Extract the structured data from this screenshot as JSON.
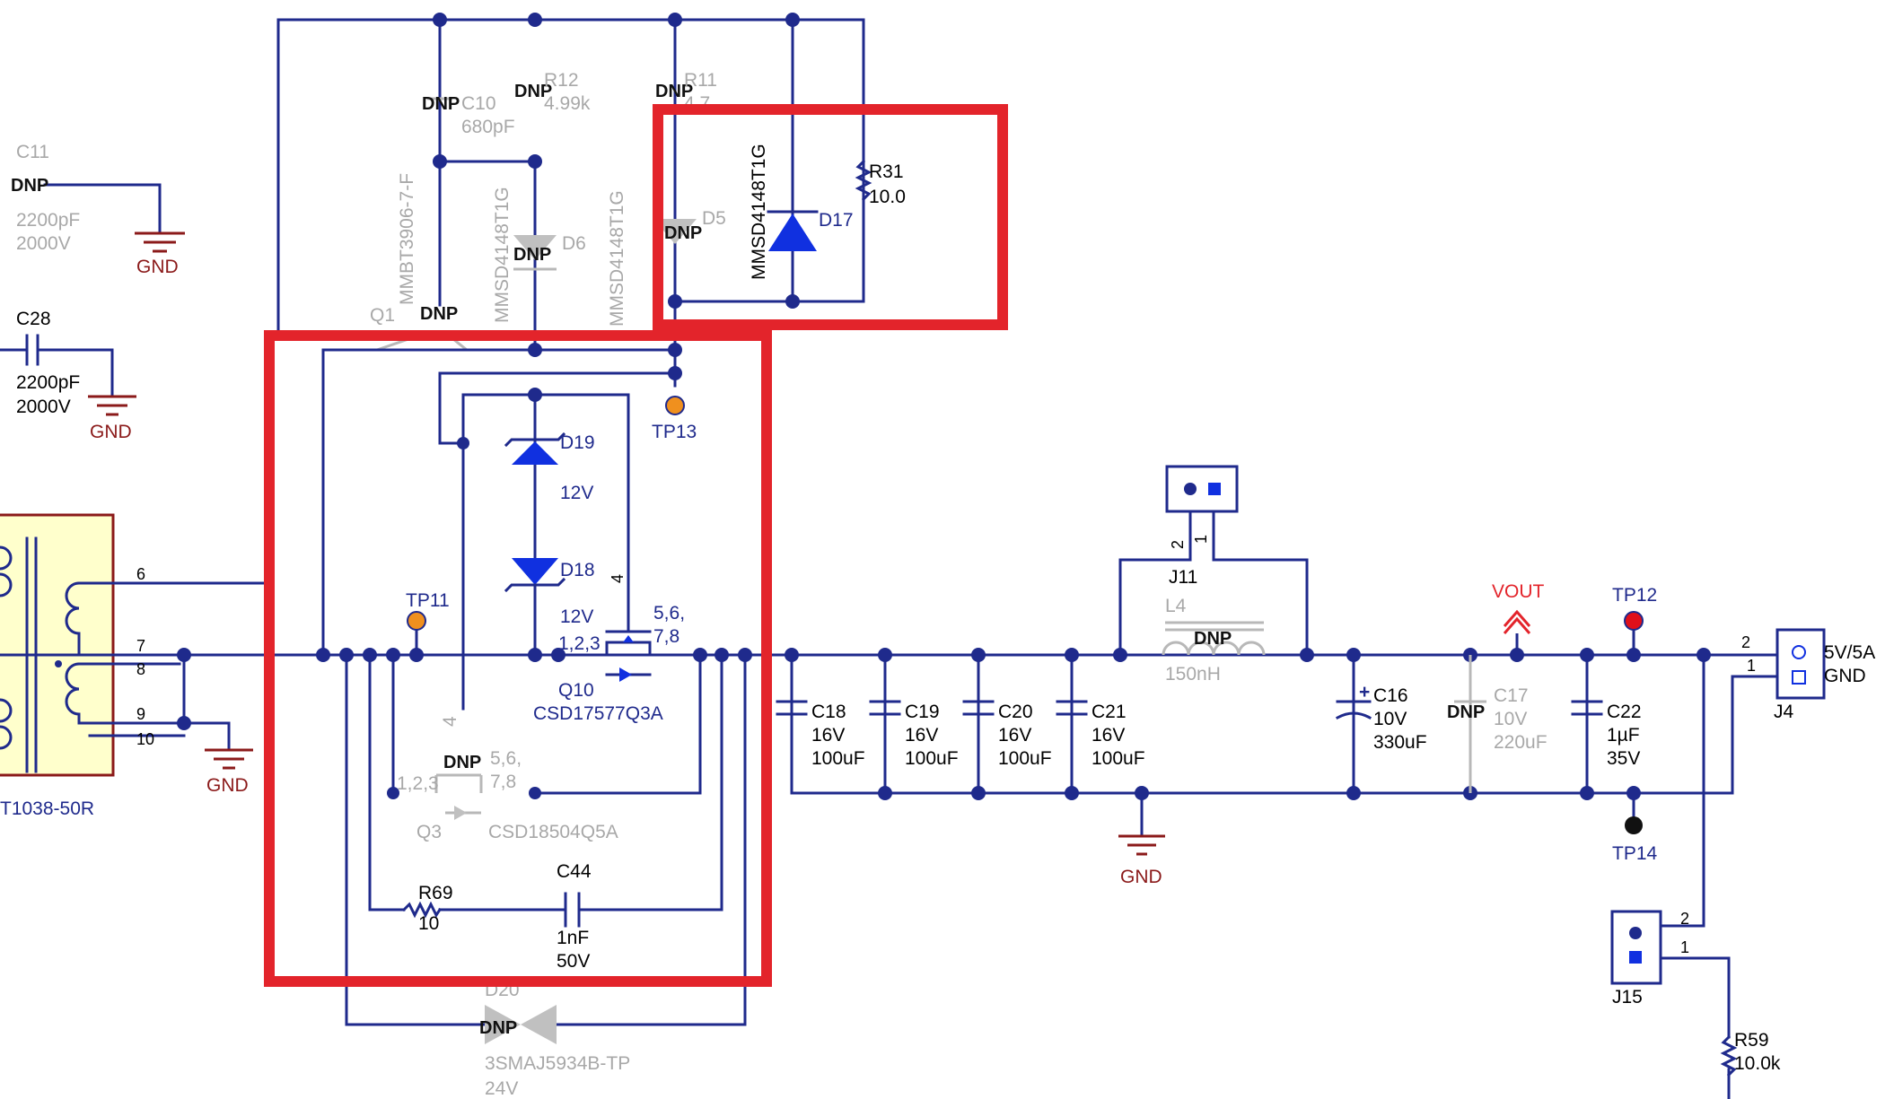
{
  "labels": {
    "c11_ref": "C11",
    "c11_dnp": "DNP",
    "c11_cap": "2200pF",
    "c11_volt": "2000V",
    "c28_ref": "C28",
    "c28_cap": "2200pF",
    "c28_volt": "2000V",
    "gnd": "GND",
    "t1_part": "T1038-50R",
    "pin_6": "6",
    "pin_7": "7",
    "pin_8": "8",
    "pin_9": "9",
    "pin_10": "10",
    "q1_ref": "Q1",
    "q1_part": "MMBT3906-7-F",
    "q1_dnp": "DNP",
    "c10_ref": "C10",
    "c10_val": "680pF",
    "c10_dnp": "DNP",
    "r12_ref": "R12",
    "r12_val": "4.99k",
    "r12_dnp": "DNP",
    "r11_ref": "R11",
    "r11_val": "4.7",
    "r11_dnp": "DNP",
    "d6_ref": "D6",
    "d6_part": "MMSD4148T1G",
    "d6_dnp": "DNP",
    "d5_ref": "D5",
    "d5_part": "MMSD4148T1G",
    "d5_dnp": "DNP",
    "d17_ref": "D17",
    "d17_part": "MMSD4148T1G",
    "r31_ref": "R31",
    "r31_val": "10.0",
    "tp13": "TP13",
    "tp11": "TP11",
    "d19_ref": "D19",
    "d19_val": "12V",
    "d18_ref": "D18",
    "d18_val": "12V",
    "q10_ref": "Q10",
    "q10_part": "CSD17577Q3A",
    "q10_pin_g": "4",
    "q10_pin_s": "1,2,3",
    "q10_pin_d1": "5,6,",
    "q10_pin_d2": "7,8",
    "q3_ref": "Q3",
    "q3_part": "CSD18504Q5A",
    "q3_dnp": "DNP",
    "q3_pin_g": "4",
    "q3_pin_s": "1,2,3",
    "q3_pin_d1": "5,6,",
    "q3_pin_d2": "7,8",
    "r69_ref": "R69",
    "r69_val": "10",
    "c44_ref": "C44",
    "c44_cap": "1nF",
    "c44_volt": "50V",
    "d20_ref": "D20",
    "d20_part": "3SMAJ5934B-TP",
    "d20_volt": "24V",
    "d20_dnp": "DNP",
    "c18_ref": "C18",
    "c18_volt": "16V",
    "c18_cap": "100uF",
    "c19_ref": "C19",
    "c19_volt": "16V",
    "c19_cap": "100uF",
    "c20_ref": "C20",
    "c20_volt": "16V",
    "c20_cap": "100uF",
    "c21_ref": "C21",
    "c21_volt": "16V",
    "c21_cap": "100uF",
    "j11_ref": "J11",
    "j11_pin2": "2",
    "j11_pin1": "1",
    "l4_ref": "L4",
    "l4_val": "150nH",
    "l4_dnp": "DNP",
    "c16_ref": "C16",
    "c16_volt": "10V",
    "c16_cap": "330uF",
    "c17_ref": "C17",
    "c17_volt": "10V",
    "c17_cap": "220uF",
    "c17_dnp": "DNP",
    "vout": "VOUT",
    "tp12": "TP12",
    "tp14": "TP14",
    "c22_ref": "C22",
    "c22_cap": "1µF",
    "c22_volt": "35V",
    "j4_ref": "J4",
    "j4_pin2": "2",
    "j4_pin1": "1",
    "j4_out": "5V/5A",
    "j4_gnd": "GND",
    "j15_ref": "J15",
    "j15_pin2": "2",
    "j15_pin1": "1",
    "r59_ref": "R59",
    "r59_val": "10.0k"
  },
  "colors": {
    "wire": "#1f2a8c",
    "highlight": "#e3242b",
    "dnp_gray": "#b8b8b8",
    "ground": "#8b1a1a",
    "tp_orange": "#f0901e",
    "tp_red": "#e0101a",
    "tp_black": "#111111",
    "diode_fill": "#1030e0"
  }
}
